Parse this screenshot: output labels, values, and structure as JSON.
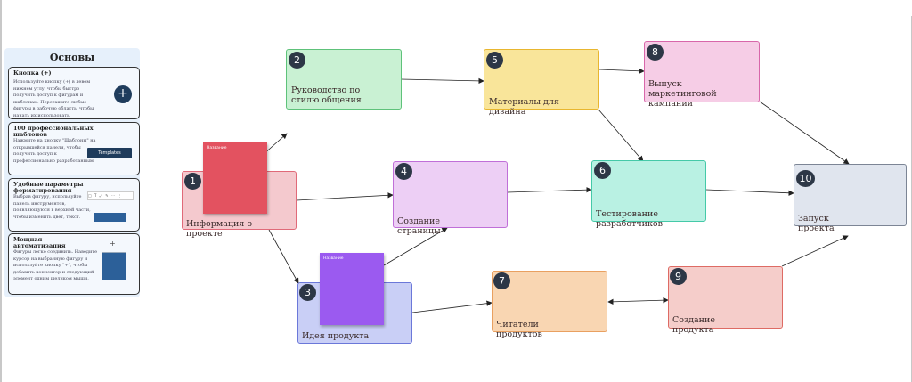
{
  "sidebar": {
    "title": "Основы",
    "cards": [
      {
        "title": "Кнопка (+)",
        "text": "Используйте кнопку (+) в левом нижнем углу, чтобы быстро получить доступ к фигурам и шаблонам. Перетащите любые фигуры в рабочую область, чтобы начать их использовать.",
        "button": "+"
      },
      {
        "title": "100 профессиональных шаблонов",
        "text": "Нажмите на кнопку \"Шаблоны\" на открывшейся панели, чтобы получить доступ к профессионально разработанным.",
        "button": "Templates"
      },
      {
        "title": "Удобные параметры форматирования",
        "text": "Выбрав фигуру, используйте панель инструментов, появляющуюся в верхней части, чтобы изменить цвет, текст.",
        "toolbar": "□ T ⤢ ✎ ⋯ ⋮"
      },
      {
        "title": "Мощная автоматизация",
        "text": "Фигуры легко соединить. Наведите курсор на выбранную фигуру и используйте кнопку \"+\", чтобы добавить коннектор и следующий элемент одним щелчком мыши.",
        "button": "+"
      }
    ]
  },
  "diagram": {
    "nodes": [
      {
        "id": "1",
        "label": "Информация о\nпроекте",
        "fill": "#f4c9ce",
        "border": "#e06a79"
      },
      {
        "id": "2",
        "label": "Руководство по\nстилю общения",
        "fill": "#c9f1d3",
        "border": "#5ec27a"
      },
      {
        "id": "3",
        "label": "Идея продукта",
        "fill": "#c9cff6",
        "border": "#6b78d9"
      },
      {
        "id": "4",
        "label": "Создание\nстраницы",
        "fill": "#edcff5",
        "border": "#c06fd8"
      },
      {
        "id": "5",
        "label": "Материалы для\nдизайна",
        "fill": "#f9e59a",
        "border": "#e8b62f"
      },
      {
        "id": "6",
        "label": "Тестирование\nразработчиков",
        "fill": "#b9f1e3",
        "border": "#45c9a8"
      },
      {
        "id": "7",
        "label": "Читатели\nпродуктов",
        "fill": "#f9d6b2",
        "border": "#e9a060"
      },
      {
        "id": "8",
        "label": "Выпуск\nмаркетинговой\nкампании",
        "fill": "#f6cde6",
        "border": "#d867aa"
      },
      {
        "id": "9",
        "label": "Создание\nпродукта",
        "fill": "#f5cdca",
        "border": "#de6b64"
      },
      {
        "id": "10",
        "label": "Запуск\nпроекта",
        "fill": "#e0e5ee",
        "border": "#7c8595"
      }
    ],
    "stickies": [
      {
        "label": "Название",
        "color": "#e35260"
      },
      {
        "label": "Название",
        "color": "#9b5af0"
      }
    ]
  }
}
